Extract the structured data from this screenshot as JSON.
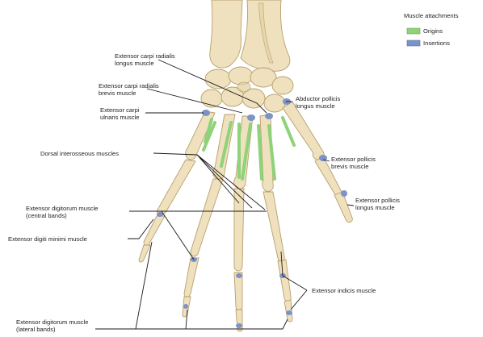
{
  "legend": {
    "title": "Muscle attachments",
    "items": [
      {
        "label": "Origins",
        "color": "#8ed27a"
      },
      {
        "label": "Insertions",
        "color": "#7b93c8"
      }
    ]
  },
  "colors": {
    "bone": "#efe1bd",
    "bone_outline": "#b89f6d",
    "origin": "#8ed27a",
    "insertion": "#7b93c8",
    "leader": "#1a1a1a"
  },
  "labels": {
    "ecrl": [
      "Extensor carpi radialis",
      "longus muscle"
    ],
    "ecrb": [
      "Extensor carpi radialis",
      "brevis muscle"
    ],
    "ecu": [
      "Extensor carpi",
      "ulnaris muscle"
    ],
    "dorsal_interosseous": [
      "Dorsal interosseous muscles"
    ],
    "abductor": [
      "Abductor pollicis",
      "longus muscle"
    ],
    "epb": [
      "Extensor pollicis",
      "brevis muscle"
    ],
    "epl": [
      "Extensor pollicis",
      "longus muscle"
    ],
    "ed_central": [
      "Extensor digitorum muscle",
      "(central bands)"
    ],
    "edm": [
      "Extensor digiti minimi muscle"
    ],
    "indicis": [
      "Extensor indicis muscle"
    ],
    "ed_lateral": [
      "Extensor digitorum muscle",
      "(lateral bands)"
    ]
  }
}
